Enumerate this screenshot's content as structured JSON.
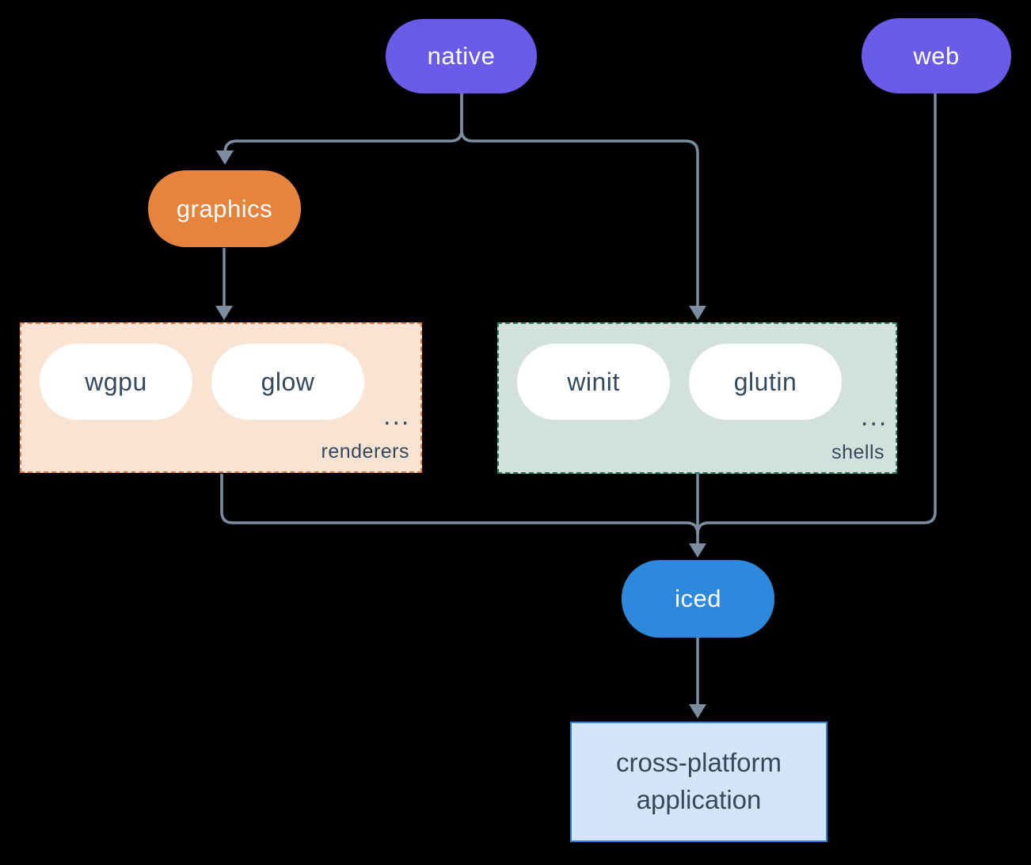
{
  "nodes": {
    "native": "native",
    "web": "web",
    "graphics": "graphics",
    "iced": "iced"
  },
  "groups": {
    "renderers": {
      "label": "renderers",
      "items": [
        "wgpu",
        "glow"
      ],
      "more": "..."
    },
    "shells": {
      "label": "shells",
      "items": [
        "winit",
        "glutin"
      ],
      "more": "..."
    }
  },
  "app": {
    "line1": "cross-platform",
    "line2": "application"
  },
  "colors": {
    "background": "#000000",
    "node_purple": "#6a5ce8",
    "node_orange": "#e5843d",
    "node_blue": "#2e88dc",
    "pill_white": "#ffffff",
    "renderers_fill": "#f9e4d4",
    "renderers_border": "#df7f3b",
    "shells_fill": "#d2e1db",
    "shells_border": "#2d7e6d",
    "app_fill": "#d3e6f8",
    "app_border": "#2e86de",
    "edge_line": "#7d8da1",
    "dark_text": "#35495c"
  }
}
